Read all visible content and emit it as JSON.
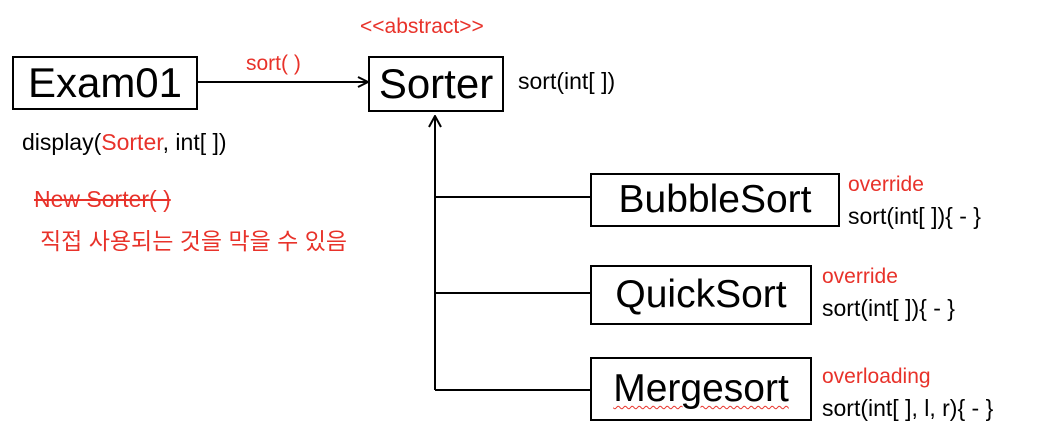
{
  "colors": {
    "accent": "#e8322a",
    "ink": "#000000"
  },
  "stereotype": "<<abstract>>",
  "exam": {
    "name": "Exam01",
    "call_label": "sort( )",
    "display_prefix": "display(",
    "display_param": "Sorter",
    "display_suffix": ", int[ ])",
    "new_sorter": "New Sorter( )",
    "note": "직접 사용되는 것을 막을 수 있음"
  },
  "sorter": {
    "name": "Sorter",
    "method": "sort(int[ ])"
  },
  "subclasses": [
    {
      "name": "BubbleSort",
      "tag": "override",
      "method": "sort(int[ ]){ - }"
    },
    {
      "name": "QuickSort",
      "tag": "override",
      "method": "sort(int[ ]){ - }"
    },
    {
      "name": "Mergesort",
      "tag": "overloading",
      "method": "sort(int[ ], l, r){ - }"
    }
  ]
}
